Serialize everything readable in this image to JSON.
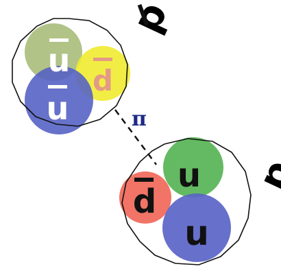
{
  "antiproton": {
    "label": "p",
    "has_bar": true,
    "quarks": [
      {
        "name": "u",
        "has_bar": true,
        "color": "#a9bd7a",
        "label_color": "#ffffff"
      },
      {
        "name": "u",
        "has_bar": true,
        "color": "#5663c4",
        "label_color": "#ffffff"
      },
      {
        "name": "d",
        "has_bar": true,
        "color": "#f0ea2a",
        "label_color": "#e39a86"
      }
    ]
  },
  "proton": {
    "label": "p",
    "has_bar": false,
    "quarks": [
      {
        "name": "u",
        "has_bar": false,
        "color": "#57b455",
        "label_color": "#111111"
      },
      {
        "name": "d",
        "has_bar": true,
        "color": "#f0685a",
        "label_color": "#111111"
      },
      {
        "name": "u",
        "has_bar": false,
        "color": "#5a64c6",
        "label_color": "#111111"
      }
    ]
  },
  "exchange": {
    "label": "π",
    "label_color": "#1e2a86",
    "line_style": "dashed"
  }
}
